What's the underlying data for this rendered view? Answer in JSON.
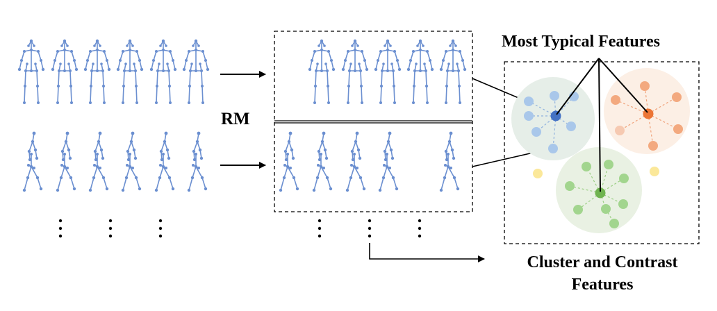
{
  "labels": {
    "top_title": "Most Typical Features",
    "rm": "RM",
    "bottom_title": "Cluster and Contrast Features"
  },
  "colors": {
    "skeleton": "#6b8fd0",
    "blue_node": "#a9c7ea",
    "blue_center": "#4472c4",
    "blue_bg": "#e6eee8",
    "orange_node": "#f3a97f",
    "orange_faded": "#f6c9b1",
    "orange_center": "#ec7535",
    "orange_bg": "#fcefe5",
    "green_node": "#a2d58e",
    "green_center": "#6fb34f",
    "green_bg": "#e9f1e3",
    "yellow_node": "#fbe89a",
    "line": "#000000"
  },
  "icons": {
    "skeleton_front": "front-view-skeleton-icon",
    "skeleton_side": "side-view-walking-skeleton-icon",
    "ellipsis": "vertical-ellipsis-icon",
    "arrow": "arrow-right-icon"
  }
}
